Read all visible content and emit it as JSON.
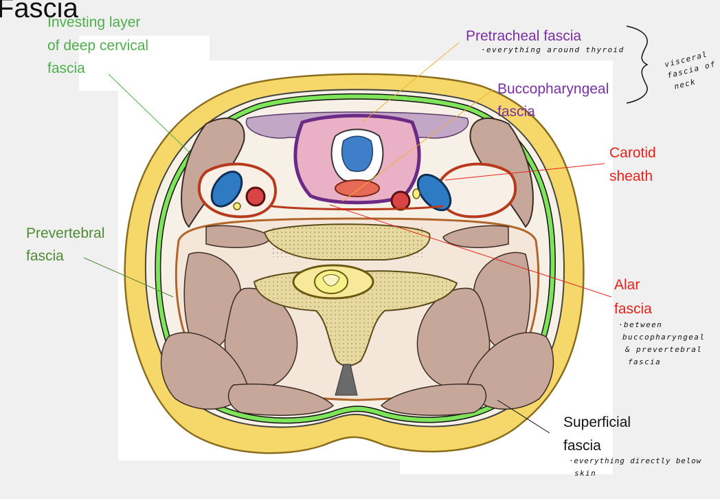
{
  "title": "Fascia",
  "labels": {
    "investing_line1": "Investing layer",
    "investing_line2": "of deep cervical",
    "investing_line3": "fascia",
    "pretracheal": "Pretracheal fascia",
    "pretracheal_note": "·everything around thyroid",
    "visceral_note_1": "visceral",
    "visceral_note_2": "fascia of",
    "visceral_note_3": "neck",
    "buccopharyngeal_line1": "Buccopharyngeal",
    "buccopharyngeal_line2": "fascia",
    "carotid_line1": "Carotid",
    "carotid_line2": "sheath",
    "prevertebral_line1": "Prevertebral",
    "prevertebral_line2": "fascia",
    "alar_line1": "Alar",
    "alar_line2": "fascia",
    "alar_note_1": "·between",
    "alar_note_2": "buccopharyngeal",
    "alar_note_3": "& prevertebral",
    "alar_note_4": "fascia",
    "superficial_line1": "Superficial",
    "superficial_line2": "fascia",
    "superficial_note_1": "·everything directly below",
    "superficial_note_2": "skin"
  },
  "colors": {
    "skin": "#f6d86a",
    "investing": "#7ee45a",
    "muscle": "#c7a79a",
    "pretracheal": "#6a2a86",
    "carotid": "#b83a1c",
    "vein": "#2f7bc3",
    "artery": "#d94545",
    "bone": "#e8d9a0"
  }
}
